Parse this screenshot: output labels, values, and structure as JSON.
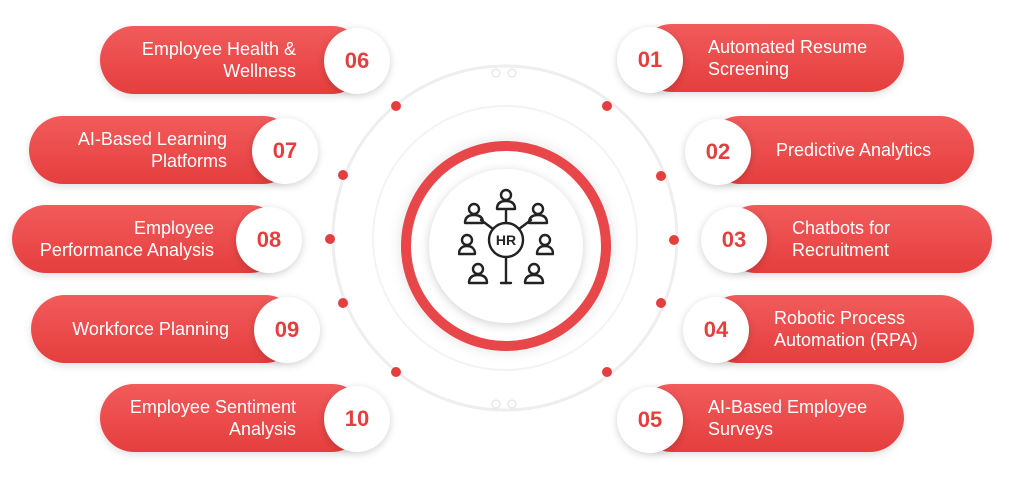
{
  "center": {
    "icon": "hr-team-icon",
    "label": "HR"
  },
  "colors": {
    "accent": "#e53e3e",
    "ring": "#e8474a"
  },
  "items": [
    {
      "number": "01",
      "lines": [
        "Automated Resume",
        "Screening"
      ]
    },
    {
      "number": "02",
      "lines": [
        "Predictive Analytics"
      ]
    },
    {
      "number": "03",
      "lines": [
        "Chatbots for",
        "Recruitment"
      ]
    },
    {
      "number": "04",
      "lines": [
        "Robotic Process",
        "Automation (RPA)"
      ]
    },
    {
      "number": "05",
      "lines": [
        "AI-Based Employee",
        "Surveys"
      ]
    },
    {
      "number": "06",
      "lines": [
        "Employee Health &",
        "Wellness"
      ]
    },
    {
      "number": "07",
      "lines": [
        "AI-Based Learning",
        "Platforms"
      ]
    },
    {
      "number": "08",
      "lines": [
        "Employee",
        "Performance Analysis"
      ]
    },
    {
      "number": "09",
      "lines": [
        "Workforce Planning"
      ]
    },
    {
      "number": "10",
      "lines": [
        "Employee Sentiment",
        "Analysis"
      ]
    }
  ]
}
